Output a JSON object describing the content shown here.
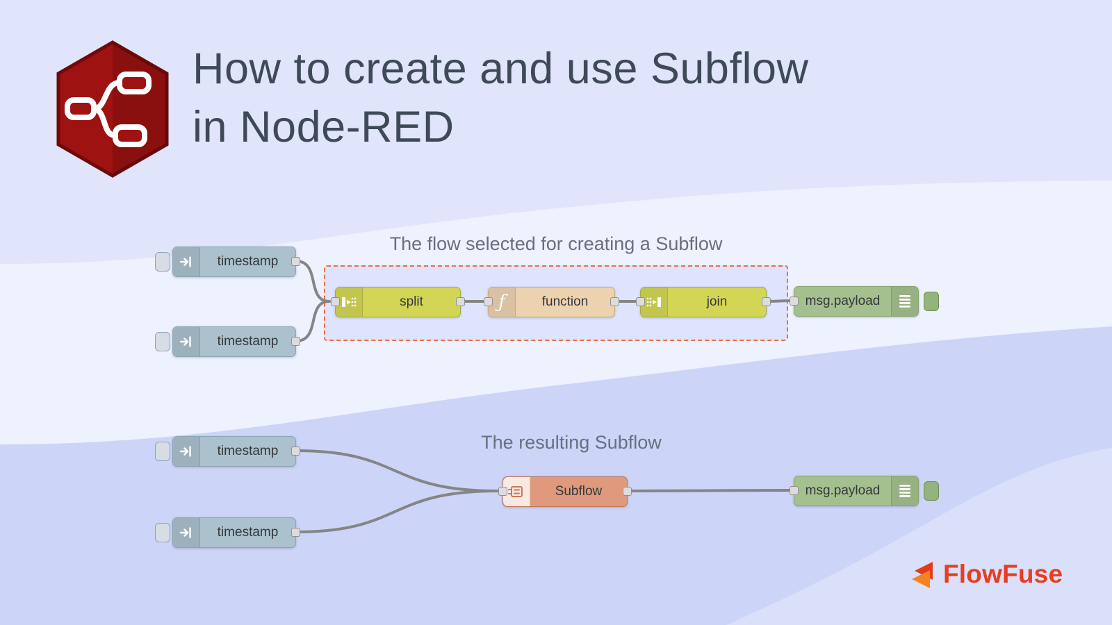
{
  "title": {
    "line1": "How to create and use Subflow",
    "line2": "in Node-RED"
  },
  "flow1": {
    "caption": "The flow selected for creating a Subflow",
    "inject_top": {
      "label": "timestamp"
    },
    "inject_bottom": {
      "label": "timestamp"
    },
    "split": {
      "label": "split"
    },
    "function": {
      "label": "function",
      "icon_glyph": "ƒ"
    },
    "join": {
      "label": "join"
    },
    "debug": {
      "label": "msg.payload"
    }
  },
  "flow2": {
    "caption": "The resulting Subflow",
    "inject_top": {
      "label": "timestamp"
    },
    "inject_bottom": {
      "label": "timestamp"
    },
    "subflow": {
      "label": "Subflow"
    },
    "debug": {
      "label": "msg.payload"
    }
  },
  "footer": {
    "brand": "FlowFuse"
  },
  "icons": {
    "header": "node-red-logo",
    "inject": "arrow-right-icon",
    "split": "split-icon",
    "join": "join-icon",
    "function": "function-f-icon",
    "debug": "list-icon",
    "subflow": "subflow-icon",
    "footer": "flowfuse-logo"
  },
  "colors": {
    "background_base": "#ccd4f8",
    "background_band": "#eef1fe",
    "inject_node": "#abc1ce",
    "split_join_node": "#d3d655",
    "function_node": "#edd2b0",
    "debug_node": "#a5c08f",
    "subflow_node": "#df9a7e",
    "selection_dash": "#ef6f3f",
    "wire": "#858585",
    "logo_red": "#9e1212",
    "brand_orange": "#e83d1f",
    "title_text": "#3e4a57"
  }
}
